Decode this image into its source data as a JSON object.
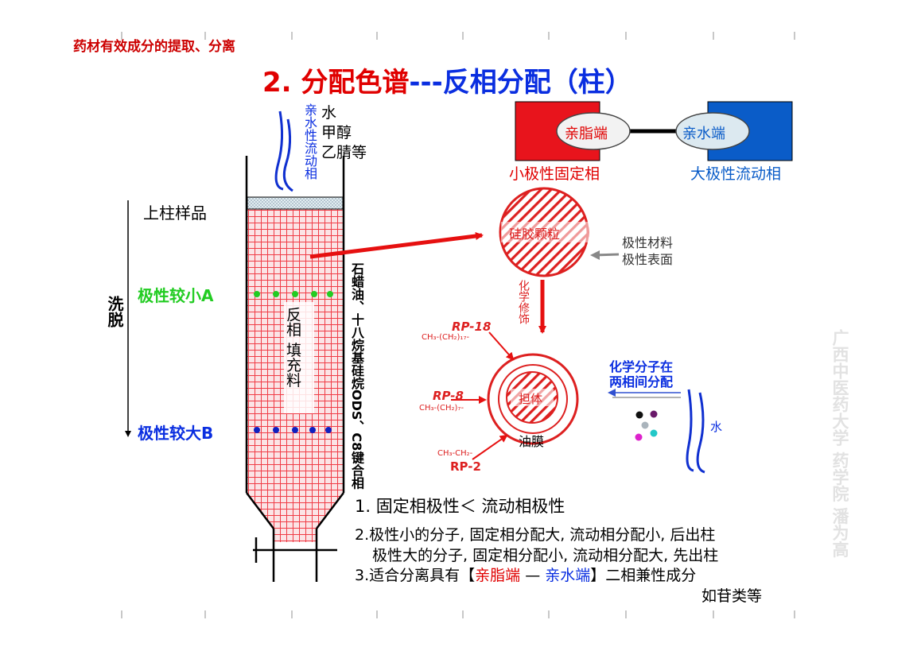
{
  "header": {
    "breadcrumb": "药材有效成分的提取、分离",
    "title_part1": "2. 分配色谱",
    "title_part2": "---反相分配（柱）"
  },
  "column": {
    "mobile_phase_label": "亲水性流动相",
    "solvents": [
      "水",
      "甲醇",
      "乙腈等"
    ],
    "sample_load": "上柱样品",
    "elution": "洗脱",
    "low_polarity_a": "极性较小A",
    "high_polarity_b": "极性较大B",
    "packing_label": "反相 填充料",
    "stationary_desc": "石蜡油、十八烷基硅烷ODS、C8键合相"
  },
  "legend": {
    "lipophilic_end": "亲脂端",
    "hydrophilic_end": "亲水端",
    "low_polar_stationary": "小极性固定相",
    "high_polar_mobile": "大极性流动相"
  },
  "particle": {
    "silica_label": "硅胶颗粒",
    "polar_material": "极性材料",
    "polar_surface": "极性表面",
    "modification": "化学修饰",
    "carrier": "担体",
    "oil_film": "油膜",
    "rp18": "RP-18",
    "rp18_formula": "CH₃-(CH₂)₁₇-",
    "rp8": "RP-8",
    "rp8_formula": "CH₃-(CH₂)₇-",
    "rp2": "RP-2",
    "rp2_formula": "CH₃-CH₂-",
    "partition_line1": "化学分子在",
    "partition_line2": "两相间分配",
    "water": "水"
  },
  "points": {
    "p1": "1. 固定相极性＜ 流动相极性",
    "p2a": "2.极性小的分子, 固定相分配大, 流动相分配小, 后出柱",
    "p2b": "极性大的分子, 固定相分配小, 流动相分配大, 先出柱",
    "p3_prefix": "3.适合分离具有【",
    "p3_lipo": "亲脂端",
    "p3_dash": " — ",
    "p3_hydro": "亲水端",
    "p3_suffix": "】二相兼性成分",
    "p3_example": "如苷类等"
  },
  "watermark": "广西中医药大学 药学院 潘为高",
  "colors": {
    "red": "#e00000",
    "blue": "#0a2ee0",
    "green": "#22cc22",
    "legend_red": "#e8141c",
    "legend_blue": "#0a5cc8"
  }
}
